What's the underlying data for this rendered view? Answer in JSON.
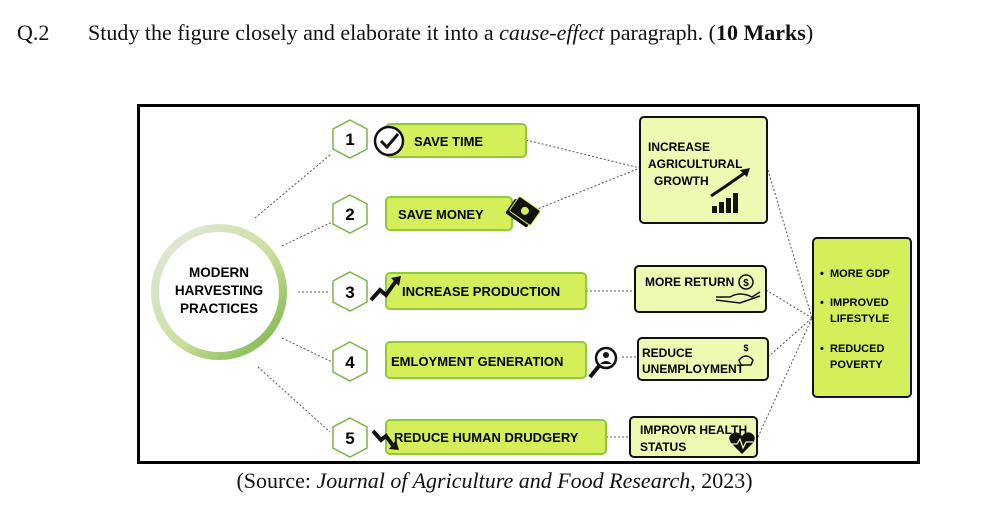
{
  "question": {
    "number": "Q.2",
    "text_before": "Study the figure closely and elaborate it into a ",
    "text_italic": "cause-effect",
    "text_after": " paragraph. (",
    "marks": "10 Marks",
    "text_close": ")"
  },
  "figure": {
    "center_title_lines": [
      "MODERN",
      "HARVESTING",
      "PRACTICES"
    ],
    "practices": [
      {
        "number": "1",
        "label": "SAVE TIME",
        "icon": "clock-check-icon"
      },
      {
        "number": "2",
        "label": "SAVE MONEY",
        "icon": "money-icon"
      },
      {
        "number": "3",
        "label": "INCREASE PRODUCTION",
        "icon": "trend-up-icon"
      },
      {
        "number": "4",
        "label": "EMLOYMENT GENERATION",
        "icon": "person-search-icon"
      },
      {
        "number": "5",
        "label": "REDUCE HUMAN DRUDGERY",
        "icon": "trend-down-icon"
      }
    ],
    "effects": [
      {
        "lines": [
          "INCREASE",
          "AGRICULTURAL",
          "GROWTH"
        ],
        "icon": "growth-chart-icon"
      },
      {
        "lines": [
          "MORE RETURN"
        ],
        "icon": "hand-coin-icon"
      },
      {
        "lines": [
          "REDUCE",
          "UNEMPLOYMENT"
        ],
        "icon": "hand-dollar-icon"
      },
      {
        "lines": [
          "IMPROVR HEALTH",
          "STATUS"
        ],
        "icon": "heart-pulse-icon"
      }
    ],
    "outcomes": [
      "MORE GDP",
      "IMPROVED",
      "LIFESTYLE",
      "REDUCED",
      "POVERTY"
    ],
    "bullet": "•"
  },
  "source": {
    "prefix": "(Source: ",
    "journal": "Journal of Agriculture and Food Research",
    "suffix": ", 2023)"
  },
  "colors": {
    "lime": "#d4ef5a",
    "lime_border": "#8fc93a",
    "pale_lime": "#eefab2",
    "ring_green": "#7ab648",
    "dark": "#111111"
  }
}
